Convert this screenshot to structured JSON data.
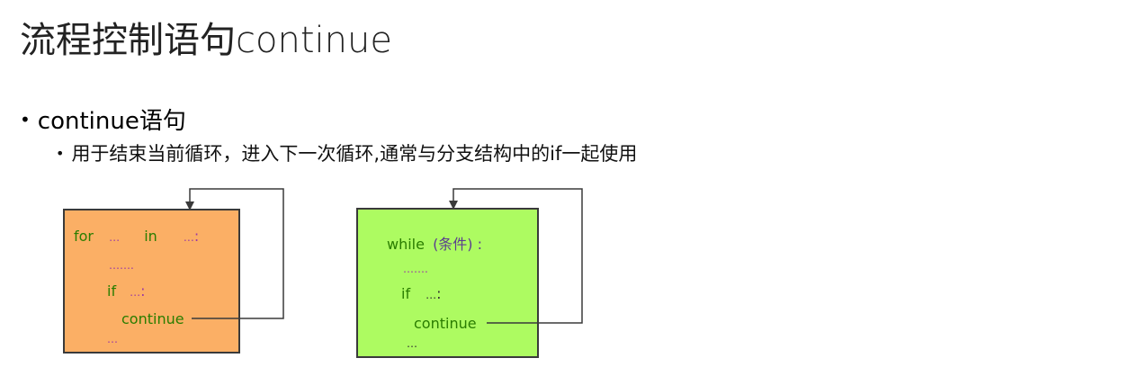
{
  "slide": {
    "title": "流程控制语句continue",
    "bullets": [
      {
        "text": "continue语句",
        "sub_bullets": [
          {
            "text": "用于结束当前循环，进入下一次循环,通常与分支结构中的if一起使用"
          }
        ]
      }
    ]
  },
  "diagrams": {
    "for_loop": {
      "background_color": "#fbaf65",
      "keyword_color": "#2a7d00",
      "placeholder_color": "#9b3aa3",
      "line1": {
        "keyword": "for",
        "ph1": "…",
        "keyword2": "in",
        "ph2": "…",
        "colon": ":"
      },
      "line2": {
        "ph": "……."
      },
      "line3": {
        "keyword": "if",
        "ph": "…",
        "colon": ":"
      },
      "line4": {
        "keyword": "continue"
      },
      "line5": {
        "ph": "…"
      }
    },
    "while_loop": {
      "background_color": "#adfb61",
      "keyword_color": "#2a7d00",
      "line1": {
        "keyword": "while",
        "condition": "(条件)",
        "colon": ":"
      },
      "line2": {
        "ph": "……."
      },
      "line3": {
        "keyword": "if",
        "ph": "…",
        "colon": ":"
      },
      "line4": {
        "keyword": "continue"
      },
      "line5": {
        "ph": "…"
      }
    }
  }
}
